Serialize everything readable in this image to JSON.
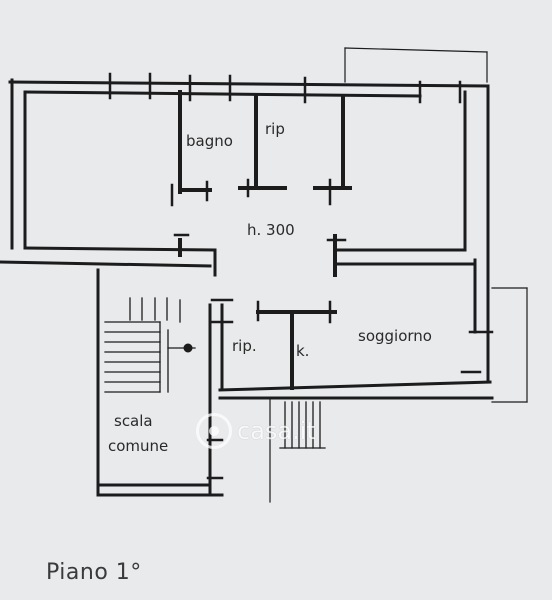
{
  "plan": {
    "rooms": {
      "bagno": "bagno",
      "rip_top": "rip",
      "height": "h. 300",
      "rip_left": "rip.",
      "kitchen": "k.",
      "soggiorno": "soggiorno",
      "scala_line1": "scala",
      "scala_line2": "comune"
    },
    "floor_label": "Piano 1°",
    "wall_color": "#1c1c1c",
    "background": "#e9eaec"
  },
  "watermark": {
    "text": "casa.it",
    "icon": "casa-logo-icon"
  }
}
